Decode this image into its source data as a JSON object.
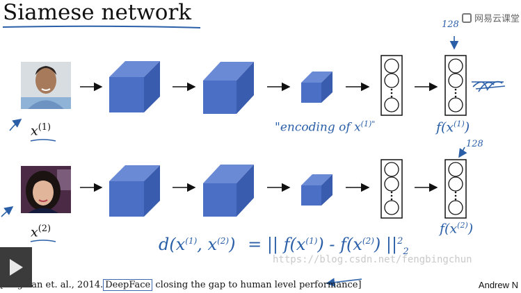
{
  "title": "Siamese network",
  "watermark": "网易云课堂",
  "top_row": {
    "input_label_base": "x",
    "input_label_sup": "(1)",
    "encoding_note": "\"encoding of x",
    "encoding_note_sup": "(1)\"",
    "output_label": "f(x",
    "output_label_sup": "(1)",
    "output_label_end": ")",
    "dim_note": "128"
  },
  "bottom_row": {
    "input_label_base": "x",
    "input_label_sup": "(2)",
    "output_label": "f(x",
    "output_label_sup": "(2)",
    "output_label_end": ")",
    "dim_note": "128"
  },
  "formula": {
    "lhs": "d(x",
    "lhs_sup1": "(1)",
    "lhs_mid": ", x",
    "lhs_sup2": "(2)",
    "lhs_end": ")",
    "rhs": "= || f(x",
    "rhs_sup1": "(1)",
    "rhs_mid": ") - f(x",
    "rhs_sup2": "(2)",
    "rhs_end": ") ||",
    "rhs_exp": "2",
    "rhs_sub": "2"
  },
  "citation": {
    "prefix": "[Taigman et. al., 2014.",
    "boxed": "DeepFace",
    "suffix": "closing the gap to human level performance]"
  },
  "author": "Andrew N",
  "url": "https://blog.csdn.net/fengbingchun",
  "colors": {
    "cube_front": "#4a6fc4",
    "cube_top": "#6b8ad6",
    "cube_side": "#3a5cae",
    "ink_blue": "#2a5fa8"
  }
}
